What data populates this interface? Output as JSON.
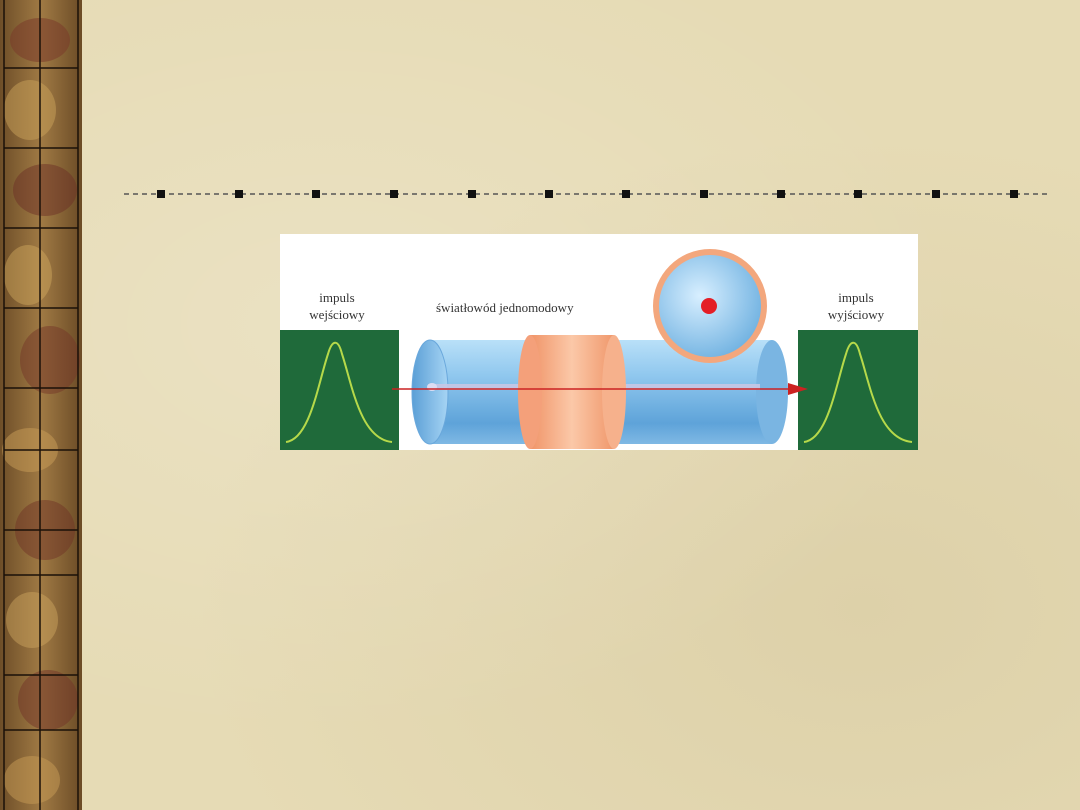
{
  "diagram": {
    "input_label_line1": "impuls",
    "input_label_line2": "wejściowy",
    "fiber_label": "światłowód jednomodowy",
    "output_label_line1": "impuls",
    "output_label_line2": "wyjściowy"
  },
  "colors": {
    "background": "#e6dbb5",
    "border_wood": "#8a6a3a",
    "pulse_panel": "#1f6a3a",
    "pulse_curve": "#b6d94a",
    "cladding_blue": "#8ec7ee",
    "jacket_orange": "#f3a77d",
    "core_spot": "#e41e26",
    "signal_arrow": "#cc2222"
  }
}
